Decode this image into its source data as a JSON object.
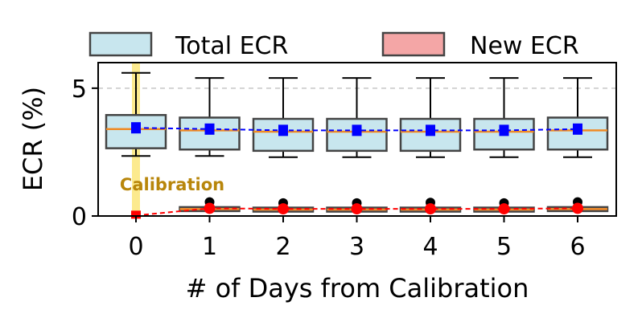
{
  "chart_data": {
    "type": "box",
    "xlabel": "# of Days from Calibration",
    "ylabel": "ECR (%)",
    "categories": [
      "0",
      "1",
      "2",
      "3",
      "4",
      "5",
      "6"
    ],
    "yticks": [
      "0",
      "5"
    ],
    "ylim": [
      0,
      6
    ],
    "reference_line": 5,
    "legend_position": "top",
    "annotation": {
      "text": "Calibration",
      "x": 0
    },
    "colors": {
      "total_fill": "#c8e6ee",
      "new_fill": "#f4a6a6",
      "median": "#f08a24",
      "total_mean": "#0000ff",
      "new_mean": "#ff0000",
      "highlight": "#fce67a",
      "annotation": "#b8860b",
      "outlier": "#000000"
    },
    "series": [
      {
        "name": "Total ECR",
        "whislo": [
          2.35,
          2.35,
          2.3,
          2.3,
          2.3,
          2.3,
          2.3
        ],
        "q1": [
          2.65,
          2.6,
          2.55,
          2.55,
          2.55,
          2.6,
          2.6
        ],
        "median": [
          3.4,
          3.35,
          3.3,
          3.3,
          3.3,
          3.3,
          3.35
        ],
        "q3": [
          3.95,
          3.85,
          3.8,
          3.8,
          3.8,
          3.8,
          3.85
        ],
        "whishi": [
          5.6,
          5.4,
          5.4,
          5.4,
          5.4,
          5.4,
          5.4
        ],
        "mean": [
          3.45,
          3.4,
          3.35,
          3.35,
          3.35,
          3.35,
          3.4
        ]
      },
      {
        "name": "New ECR",
        "whislo": [
          0.0,
          0.22,
          0.2,
          0.2,
          0.2,
          0.2,
          0.22
        ],
        "q1": [
          0.0,
          0.24,
          0.22,
          0.22,
          0.22,
          0.22,
          0.24
        ],
        "median": [
          0.0,
          0.27,
          0.25,
          0.25,
          0.25,
          0.25,
          0.27
        ],
        "q3": [
          0.0,
          0.3,
          0.28,
          0.28,
          0.28,
          0.28,
          0.3
        ],
        "whishi": [
          0.0,
          0.33,
          0.31,
          0.31,
          0.31,
          0.31,
          0.33
        ],
        "mean": [
          0.02,
          0.3,
          0.28,
          0.28,
          0.28,
          0.28,
          0.3
        ],
        "outliers": [
          [],
          [
            0.42
          ],
          [
            0.38
          ],
          [
            0.38
          ],
          [
            0.4
          ],
          [
            0.38
          ],
          [
            0.42
          ]
        ]
      }
    ]
  }
}
